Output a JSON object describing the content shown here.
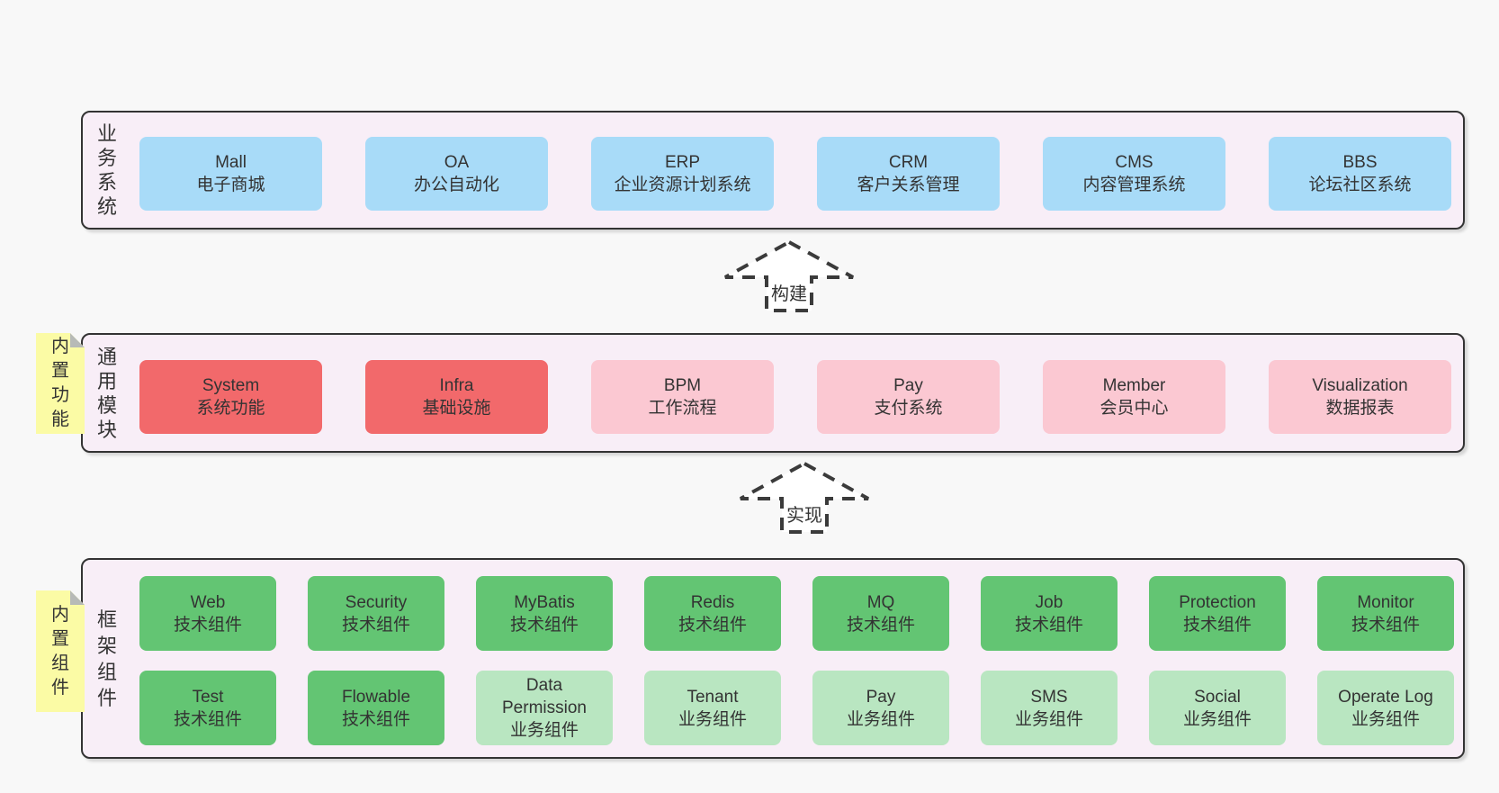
{
  "colors": {
    "page_bg": "#f8f8f8",
    "container_bg": "#f8eef7",
    "container_border": "#333333",
    "sticky_bg": "#fbfba5",
    "sticky_fold": "#b7bab7",
    "text": "#333333",
    "arrow_stroke": "#3b3b3b",
    "arrow_fill": "#ffffff",
    "blue": "#a8dbf8",
    "red": "#f2696b",
    "pink": "#fbc8d2",
    "green": "#63c573",
    "lightgreen": "#b9e6c1"
  },
  "arrows": [
    {
      "label": "构建"
    },
    {
      "label": "实现"
    }
  ],
  "layers": [
    {
      "label": "业务系统",
      "sticky": null,
      "rows": [
        [
          {
            "title": "Mall",
            "subtitle": "电子商城",
            "variant": "blue"
          },
          {
            "title": "OA",
            "subtitle": "办公自动化",
            "variant": "blue"
          },
          {
            "title": "ERP",
            "subtitle": "企业资源计划系统",
            "variant": "blue"
          },
          {
            "title": "CRM",
            "subtitle": "客户关系管理",
            "variant": "blue"
          },
          {
            "title": "CMS",
            "subtitle": "内容管理系统",
            "variant": "blue"
          },
          {
            "title": "BBS",
            "subtitle": "论坛社区系统",
            "variant": "blue"
          }
        ]
      ]
    },
    {
      "label": "通用模块",
      "sticky": "内置功能",
      "rows": [
        [
          {
            "title": "System",
            "subtitle": "系统功能",
            "variant": "red"
          },
          {
            "title": "Infra",
            "subtitle": "基础设施",
            "variant": "red"
          },
          {
            "title": "BPM",
            "subtitle": "工作流程",
            "variant": "pink"
          },
          {
            "title": "Pay",
            "subtitle": "支付系统",
            "variant": "pink"
          },
          {
            "title": "Member",
            "subtitle": "会员中心",
            "variant": "pink"
          },
          {
            "title": "Visualization",
            "subtitle": "数据报表",
            "variant": "pink"
          }
        ]
      ]
    },
    {
      "label": "框架组件",
      "sticky": "内置组件",
      "rows": [
        [
          {
            "title": "Web",
            "subtitle": "技术组件",
            "variant": "green"
          },
          {
            "title": "Security",
            "subtitle": "技术组件",
            "variant": "green"
          },
          {
            "title": "MyBatis",
            "subtitle": "技术组件",
            "variant": "green"
          },
          {
            "title": "Redis",
            "subtitle": "技术组件",
            "variant": "green"
          },
          {
            "title": "MQ",
            "subtitle": "技术组件",
            "variant": "green"
          },
          {
            "title": "Job",
            "subtitle": "技术组件",
            "variant": "green"
          },
          {
            "title": "Protection",
            "subtitle": "技术组件",
            "variant": "green"
          },
          {
            "title": "Monitor",
            "subtitle": "技术组件",
            "variant": "green"
          }
        ],
        [
          {
            "title": "Test",
            "subtitle": "技术组件",
            "variant": "green"
          },
          {
            "title": "Flowable",
            "subtitle": "技术组件",
            "variant": "green"
          },
          {
            "title": "Data Permission",
            "subtitle": "业务组件",
            "variant": "lightgreen"
          },
          {
            "title": "Tenant",
            "subtitle": "业务组件",
            "variant": "lightgreen"
          },
          {
            "title": "Pay",
            "subtitle": "业务组件",
            "variant": "lightgreen"
          },
          {
            "title": "SMS",
            "subtitle": "业务组件",
            "variant": "lightgreen"
          },
          {
            "title": "Social",
            "subtitle": "业务组件",
            "variant": "lightgreen"
          },
          {
            "title": "Operate Log",
            "subtitle": "业务组件",
            "variant": "lightgreen"
          }
        ]
      ]
    }
  ]
}
